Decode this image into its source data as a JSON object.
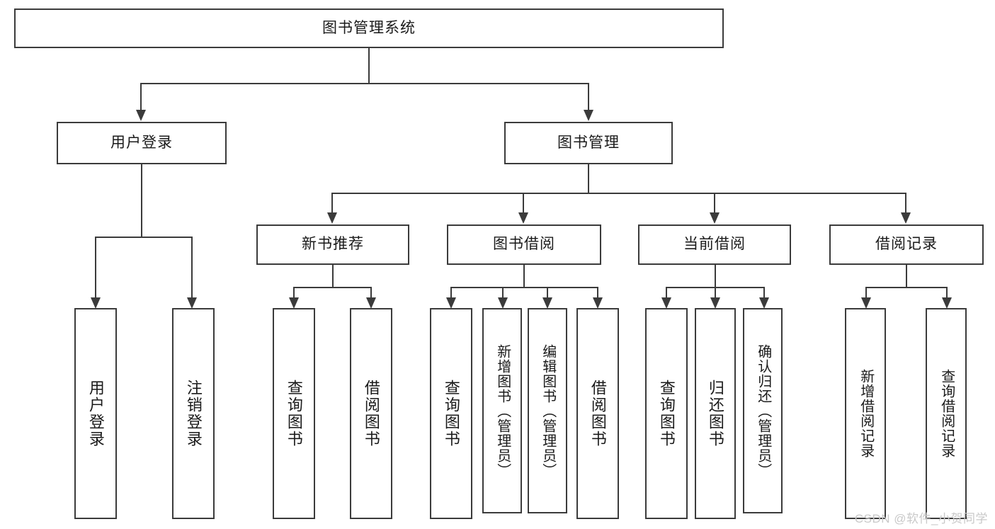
{
  "diagram": {
    "type": "tree",
    "title": "图书管理系统",
    "watermark": "CSDN @软件_小贺同学",
    "colors": {
      "stroke": "#3b3b3b",
      "fill": "#ffffff",
      "text": "#1a1a1a",
      "watermark": "#c9c9c9",
      "background": "#ffffff"
    },
    "levels": {
      "root": {
        "label": "图书管理系统"
      },
      "level2": [
        {
          "label": "用户登录"
        },
        {
          "label": "图书管理"
        }
      ],
      "level3": [
        {
          "label": "新书推荐"
        },
        {
          "label": "图书借阅"
        },
        {
          "label": "当前借阅"
        },
        {
          "label": "借阅记录"
        }
      ],
      "leaves": {
        "user_login": [
          {
            "label": "用户登录"
          },
          {
            "label": "注销登录"
          }
        ],
        "new_book_recommend": [
          {
            "label": "查询图书"
          },
          {
            "label": "借阅图书"
          }
        ],
        "book_borrow": [
          {
            "label": "查询图书"
          },
          {
            "label": "新增图书（管理员）"
          },
          {
            "label": "编辑图书（管理员）"
          },
          {
            "label": "借阅图书"
          }
        ],
        "current_borrow": [
          {
            "label": "查询图书"
          },
          {
            "label": "归还图书"
          },
          {
            "label": "确认归还（管理员）"
          }
        ],
        "borrow_record": [
          {
            "label": "新增借阅记录"
          },
          {
            "label": "查询借阅记录"
          }
        ]
      }
    }
  }
}
